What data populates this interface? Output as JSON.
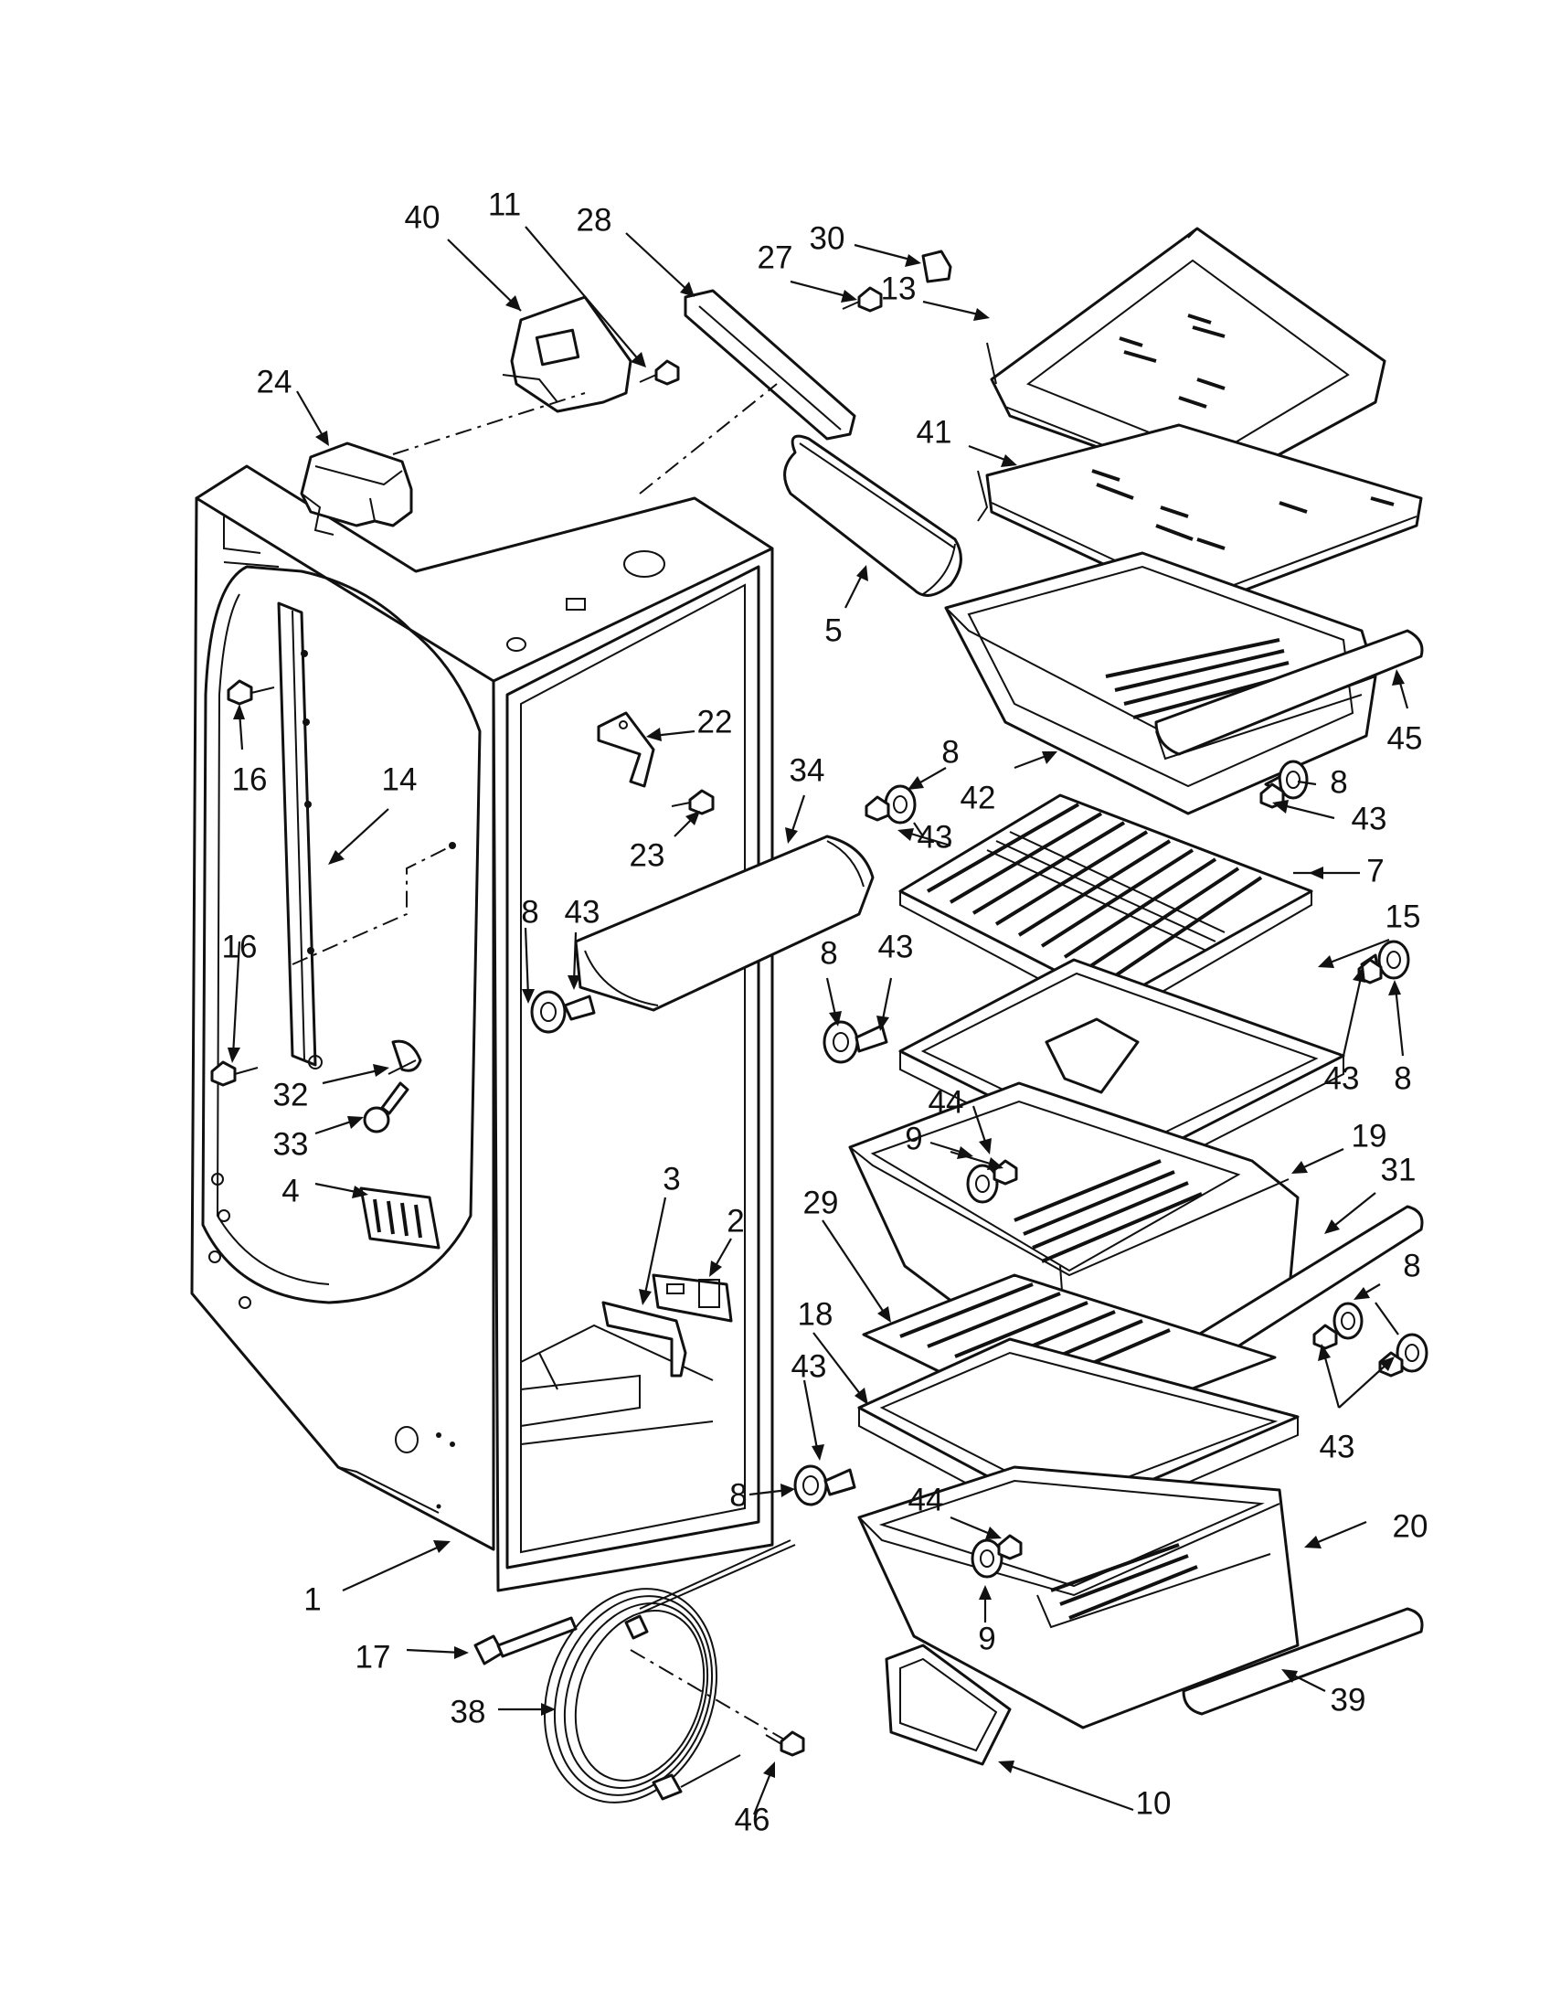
{
  "callouts": {
    "c40": "40",
    "c11": "11",
    "c28": "28",
    "c30": "30",
    "c27": "27",
    "c13": "13",
    "c24": "24",
    "c41": "41",
    "c5": "5",
    "c45": "45",
    "c22": "22",
    "c34": "34",
    "c8a": "8",
    "c42": "42",
    "c8b": "8",
    "c43a": "43",
    "c43b": "43",
    "c16a": "16",
    "c14": "14",
    "c23": "23",
    "c7": "7",
    "c8c": "8",
    "c43c": "43",
    "c8d": "8",
    "c43d": "43",
    "c15": "15",
    "c16b": "16",
    "c43e": "43",
    "c8e": "8",
    "c32": "32",
    "c44a": "44",
    "c9a": "9",
    "c33": "33",
    "c19": "19",
    "c31": "31",
    "c4": "4",
    "c3": "3",
    "c2": "2",
    "c29": "29",
    "c8f": "8",
    "c18": "18",
    "c43f": "43",
    "c43g": "43",
    "c8g": "8",
    "c44b": "44",
    "c20": "20",
    "c1": "1",
    "c9b": "9",
    "c17": "17",
    "c39": "39",
    "c38": "38",
    "c10": "10",
    "c46": "46"
  }
}
